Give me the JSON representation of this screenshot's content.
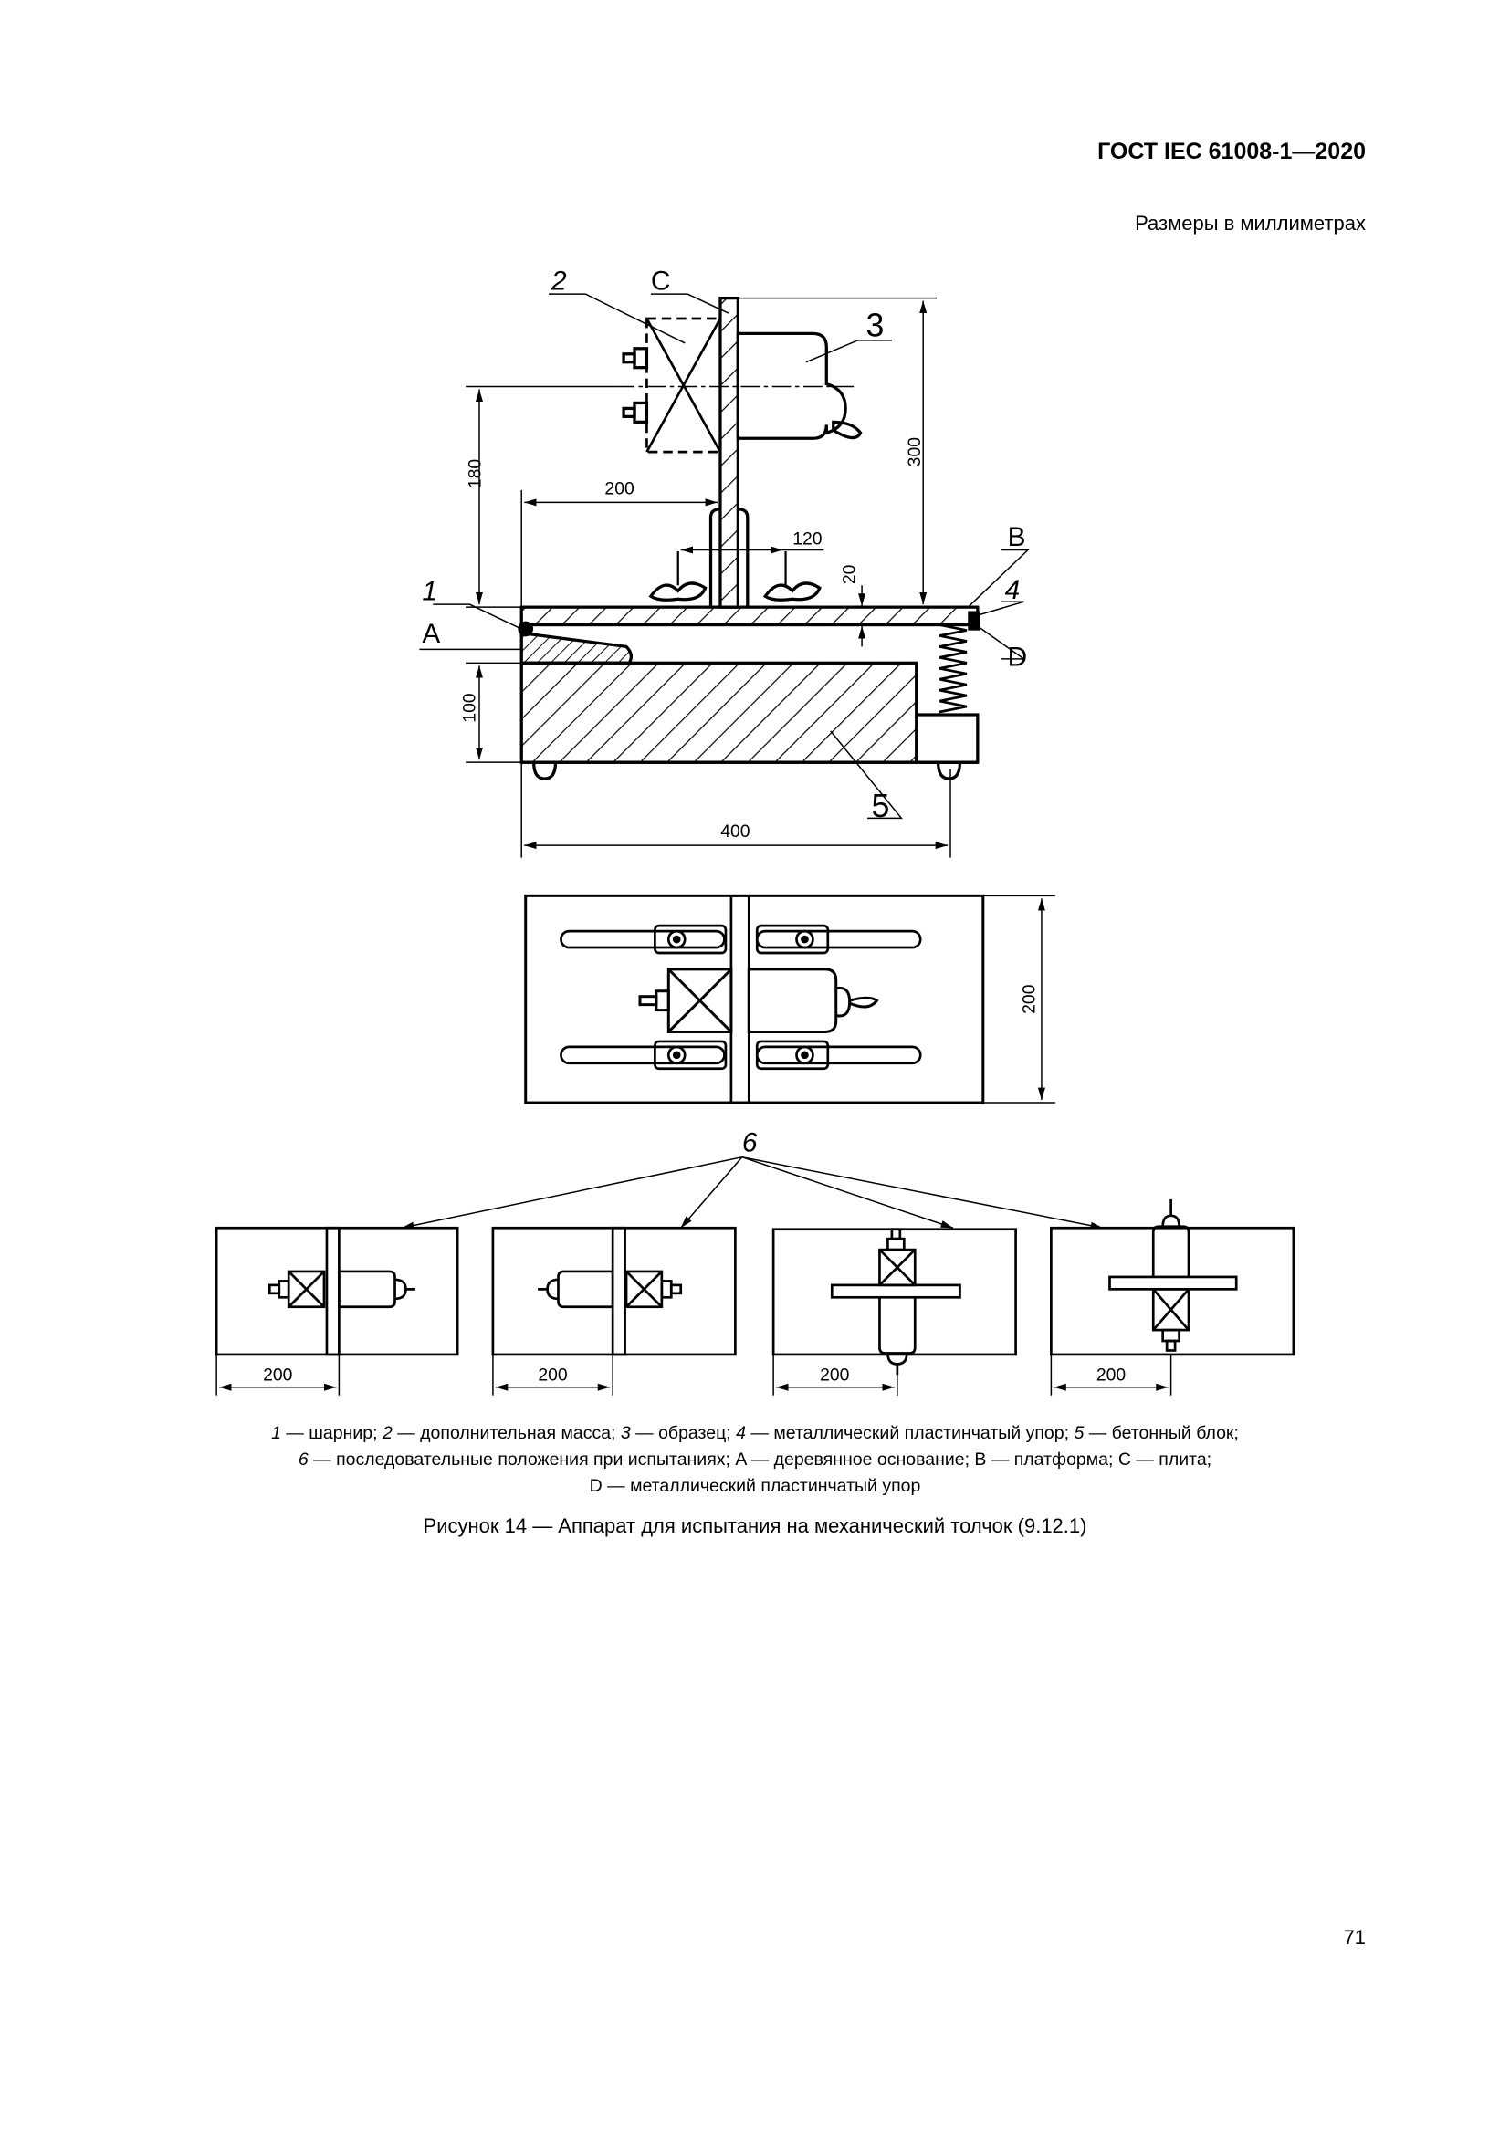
{
  "header": {
    "code": "ГОСТ IEC 61008-1—2020",
    "units_note": "Размеры в миллиметрах"
  },
  "figure": {
    "labels": {
      "l1": "1",
      "l2": "2",
      "l3": "3",
      "l4": "4",
      "l5": "5",
      "l6": "6",
      "lA": "A",
      "lB": "B",
      "lC": "C",
      "lD": "D"
    },
    "dims": {
      "d180": "180",
      "d200": "200",
      "d120": "120",
      "d20": "20",
      "d300": "300",
      "d100": "100",
      "d400": "400",
      "d200_side": "200",
      "d200_pos": "200"
    }
  },
  "legend": {
    "line1": [
      {
        "num": "1",
        "text": " — шарнир; "
      },
      {
        "num": "2",
        "text": " — дополнительная масса; "
      },
      {
        "num": "3",
        "text": " — образец; "
      },
      {
        "num": "4",
        "text": " — металлический пластинчатый упор; "
      },
      {
        "num": "5",
        "text": " — бетонный блок;"
      }
    ],
    "line2": [
      {
        "num": "6",
        "text": " — последовательные положения при испытаниях; A — деревянное основание; B — платформа; C — плита;"
      }
    ],
    "line3": "D — металлический пластинчатый упор"
  },
  "caption": "Рисунок 14 — Аппарат для испытания на механический толчок (9.12.1)",
  "page_number": "71"
}
